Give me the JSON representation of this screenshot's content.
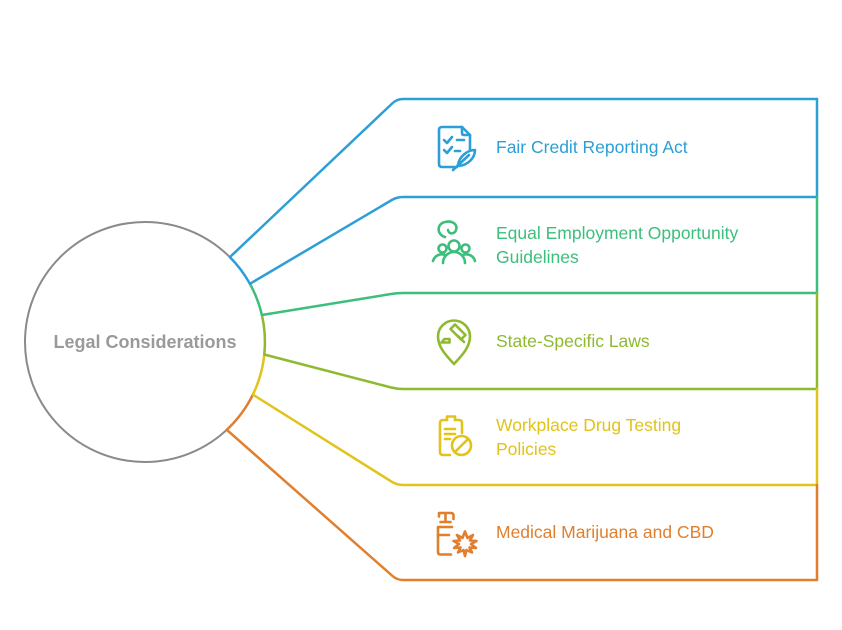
{
  "center": {
    "label": "Legal Considerations"
  },
  "colors": {
    "circle_stroke": "#8A8A8A",
    "center_text": "#9A9A9A",
    "blue": "#2D9FD6",
    "green": "#3CBE7C",
    "olive": "#8FBA30",
    "yellow": "#E1C31A",
    "orange": "#E07F2E"
  },
  "items": [
    {
      "label": "Fair Credit Reporting Act",
      "icon": "document-checklist-quill-icon",
      "color": "#2D9FD6"
    },
    {
      "label": "Equal Employment Opportunity Guidelines",
      "icon": "people-group-care-icon",
      "color": "#3CBE7C"
    },
    {
      "label": "State-Specific Laws",
      "icon": "map-pin-gavel-icon",
      "color": "#8FBA30"
    },
    {
      "label": "Workplace Drug Testing Policies",
      "icon": "clipboard-prohibition-icon",
      "color": "#E1C31A"
    },
    {
      "label": "Medical Marijuana and CBD",
      "icon": "bottle-cannabis-leaf-icon",
      "color": "#E07F2E"
    }
  ]
}
